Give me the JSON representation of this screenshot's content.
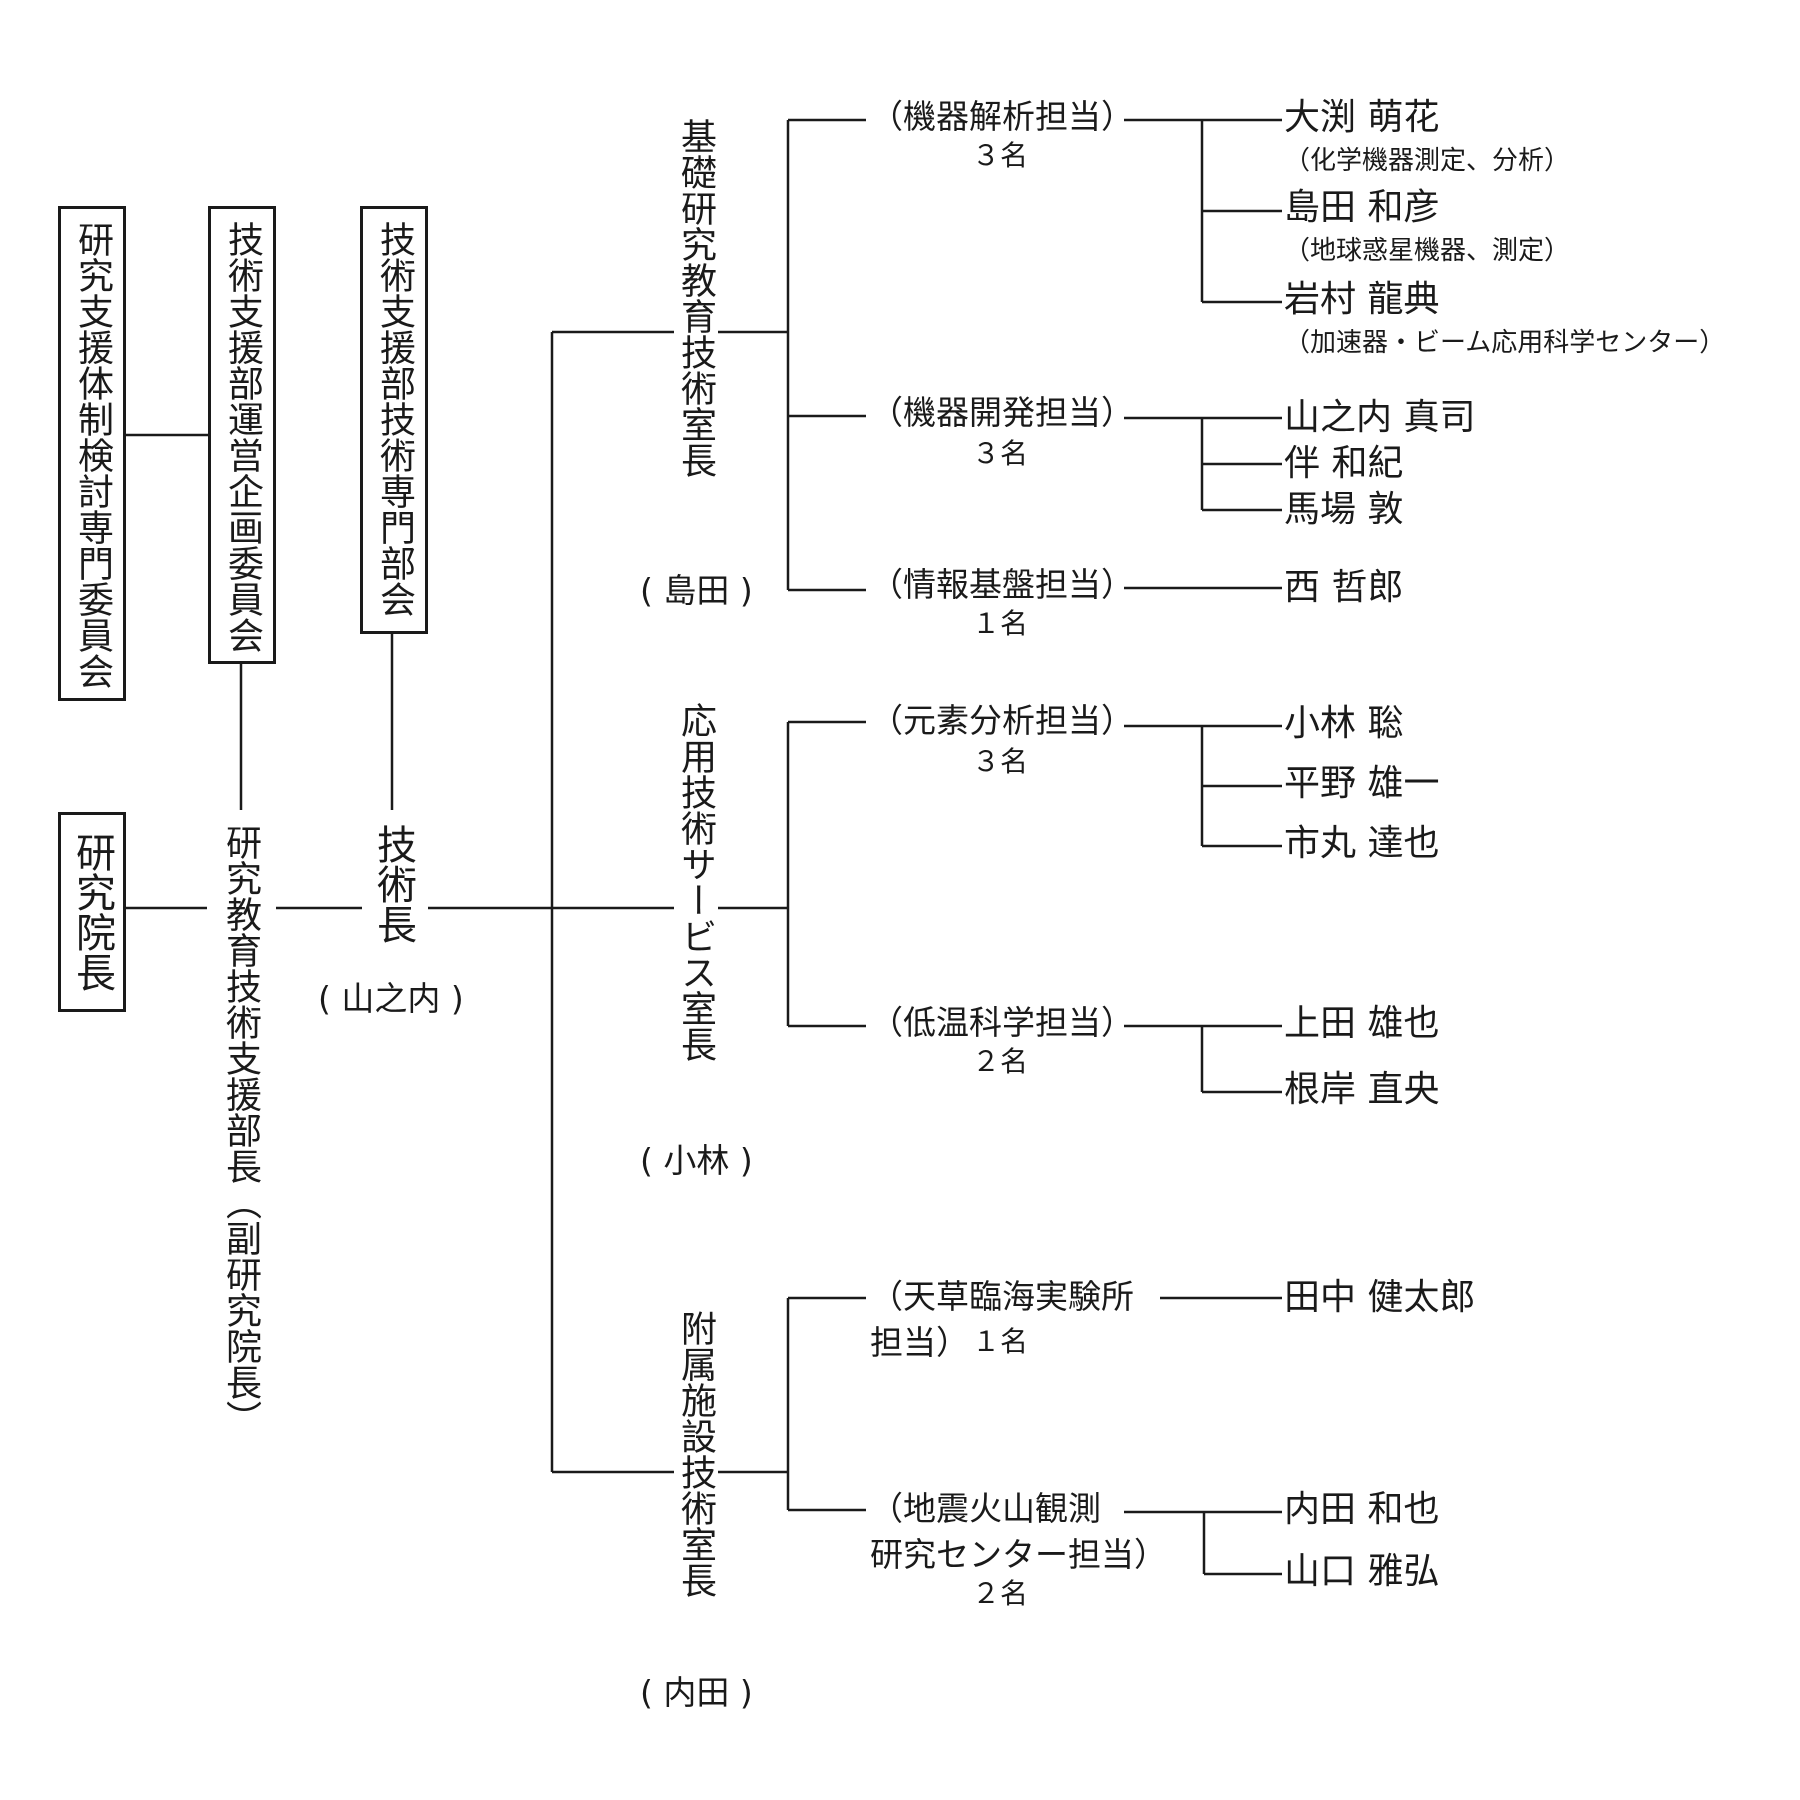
{
  "committees": {
    "review": "研究支援体制検討専門委員会",
    "planning": "技術支援部運営企画委員会",
    "technical": "技術支援部技術専門部会"
  },
  "hierarchy": {
    "dean": "研究院長",
    "director": "研究教育技術支援部長（副研究院長）",
    "chief": "技術長",
    "chief_name": "( 山之内 )"
  },
  "offices": [
    {
      "title": "基礎研究教育技術室長",
      "head": "( 島田 )",
      "groups": [
        {
          "label": "（機器解析担当）",
          "count": "３名",
          "members": [
            {
              "name": "大渕 萌花",
              "note": "（化学機器測定、分析）"
            },
            {
              "name": "島田 和彦",
              "note": "（地球惑星機器、測定）"
            },
            {
              "name": "岩村 龍典",
              "note": "（加速器・ビーム応用科学センター）"
            }
          ]
        },
        {
          "label": "（機器開発担当）",
          "count": "３名",
          "members": [
            {
              "name": "山之内 真司"
            },
            {
              "name": "伴 和紀"
            },
            {
              "name": "馬場 敦"
            }
          ]
        },
        {
          "label": "（情報基盤担当）",
          "count": "１名",
          "members": [
            {
              "name": "西 哲郎"
            }
          ]
        }
      ]
    },
    {
      "title": "応用技術サービス室長",
      "head": "( 小林 )",
      "groups": [
        {
          "label": "（元素分析担当）",
          "count": "３名",
          "members": [
            {
              "name": "小林 聡"
            },
            {
              "name": "平野 雄一"
            },
            {
              "name": "市丸 達也"
            }
          ]
        },
        {
          "label": "（低温科学担当）",
          "count": "２名",
          "members": [
            {
              "name": "上田 雄也"
            },
            {
              "name": "根岸 直央"
            }
          ]
        }
      ]
    },
    {
      "title": "附属施設技術室長",
      "head": "( 内田 )",
      "groups": [
        {
          "label_line1": "（天草臨海実験所",
          "label_line2": "担当）",
          "count": "１名",
          "members": [
            {
              "name": "田中 健太郎"
            }
          ]
        },
        {
          "label_line1": "（地震火山観測",
          "label_line2": "研究センター担当）",
          "count": "２名",
          "members": [
            {
              "name": "内田 和也"
            },
            {
              "name": "山口 雅弘"
            }
          ]
        }
      ]
    }
  ]
}
